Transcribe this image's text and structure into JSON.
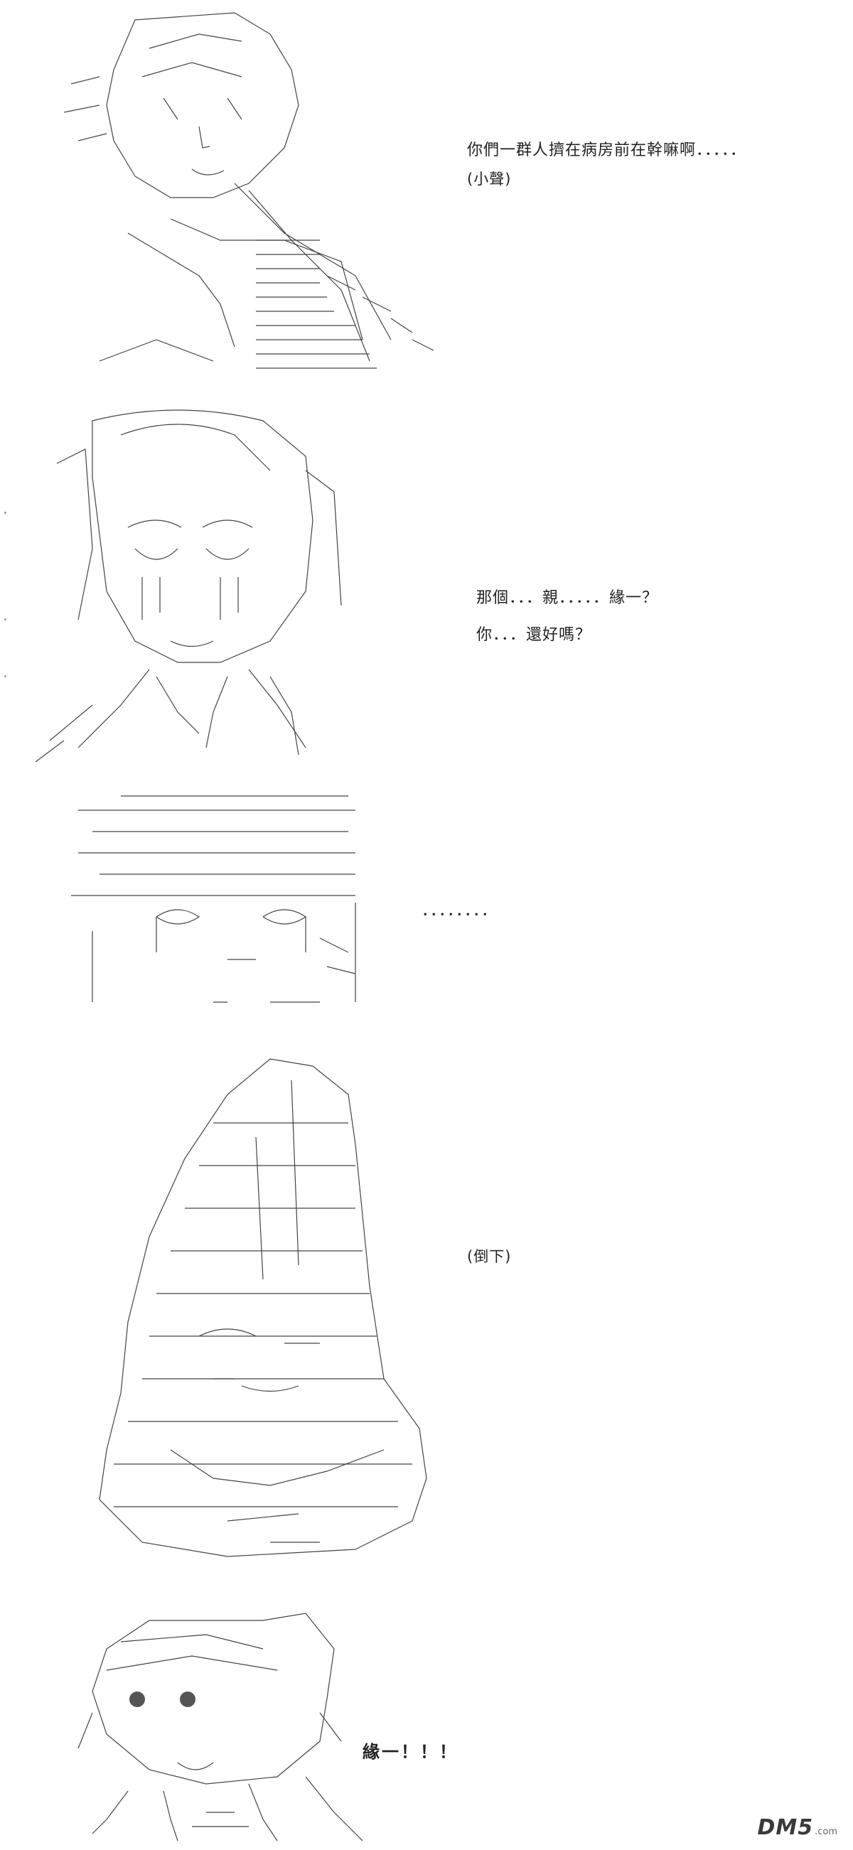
{
  "panels": [
    {
      "id": "panel-1",
      "lines": [
        "你們一群人擠在病房前在幹嘛啊．．．．．",
        "(小聲)"
      ]
    },
    {
      "id": "panel-2",
      "lines": [
        "那個．．．親．．．．．緣一？",
        "你．．．還好嗎？"
      ]
    },
    {
      "id": "panel-3",
      "lines": [
        "．．．．．．．．"
      ]
    },
    {
      "id": "panel-4",
      "lines": [
        "(倒下)"
      ]
    },
    {
      "id": "panel-5",
      "lines": [
        "緣一！！！"
      ]
    }
  ],
  "watermark": {
    "main": "DM5",
    "sub": ".com"
  }
}
